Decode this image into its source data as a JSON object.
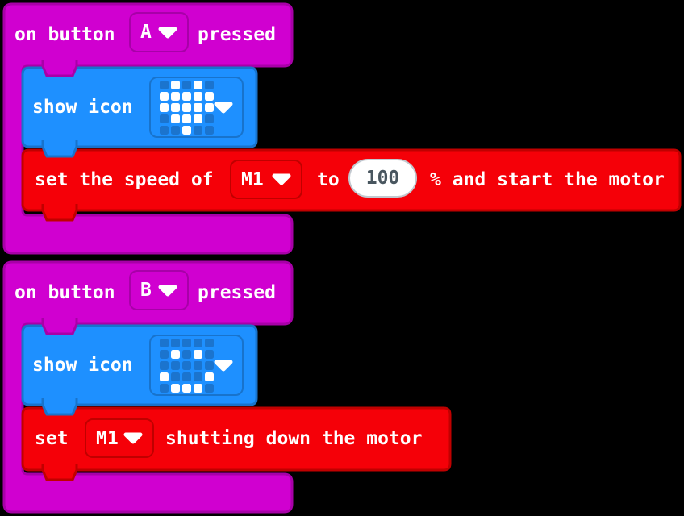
{
  "colors": {
    "background": "#000000",
    "magenta_fill": "#D000D0",
    "magenta_border": "#A800A8",
    "blue_fill": "#1E90FF",
    "blue_border": "#1873CC",
    "red_fill": "#F50008",
    "red_border": "#C00000",
    "led_off": "#1B74CE",
    "led_on": "#FFFFFF",
    "number_fill": "#FFFFFF",
    "number_border": "#C2C8CF",
    "number_text": "#49565F",
    "text": "#FFFFFF"
  },
  "stacks": [
    {
      "event": {
        "prefix": "on button",
        "dropdown_value": "A",
        "suffix": "pressed"
      },
      "show_icon": {
        "label": "show icon",
        "icon_name": "heart",
        "pattern": [
          "01010",
          "11111",
          "11111",
          "01110",
          "00100"
        ]
      },
      "action": {
        "text_before": "set the speed of",
        "motor_dropdown": "M1",
        "to_label": "to",
        "speed_value": "100",
        "text_after": "% and start the motor"
      }
    },
    {
      "event": {
        "prefix": "on button",
        "dropdown_value": "B",
        "suffix": "pressed"
      },
      "show_icon": {
        "label": "show icon",
        "icon_name": "happy-face",
        "pattern": [
          "00000",
          "01010",
          "00000",
          "10001",
          "01110"
        ]
      },
      "action": {
        "text_before": "set",
        "motor_dropdown": "M1",
        "text_after": "shutting down the motor"
      }
    }
  ]
}
